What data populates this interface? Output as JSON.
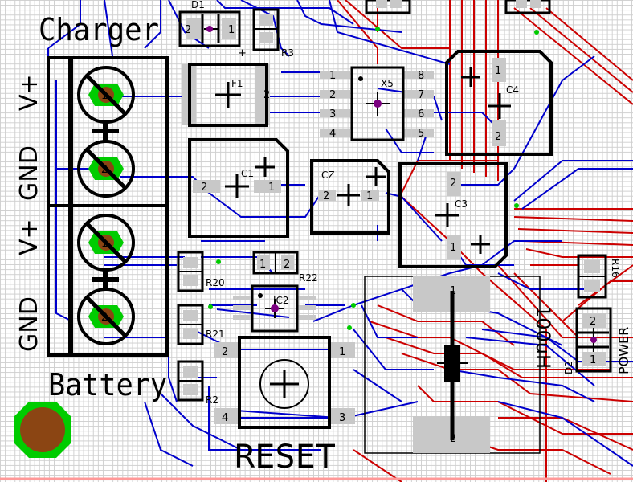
{
  "labels": {
    "charger": "Charger",
    "battery": "Battery",
    "reset": "RESET",
    "vplus_top": "V+",
    "gnd_top": "GND",
    "vplus_bottom": "V+",
    "gnd_bottom": "GND",
    "power": "POWER",
    "part_value": "100uH"
  },
  "refs": {
    "d1": "D1",
    "r3": "R3",
    "f1": "F1",
    "x5": "X5",
    "c4": "C4",
    "c1": "C1",
    "cz": "CZ",
    "c3": "C3",
    "r20": "R20",
    "r21": "R21",
    "r2": "R2",
    "r22": "R22",
    "ic2": "IC2",
    "r16": "R16",
    "d2": "D2"
  },
  "pins": {
    "one": "1",
    "two": "2",
    "three": "3",
    "four": "4",
    "five": "5",
    "six": "6",
    "seven": "7",
    "eight": "8",
    "plus": "+"
  },
  "colors": {
    "top_trace": "#cc0000",
    "bottom_trace": "#0000cc",
    "silkscreen": "#000000",
    "pad": "#c8c8c8",
    "via": "#00cc00",
    "mount_hole": "#8b4513"
  }
}
